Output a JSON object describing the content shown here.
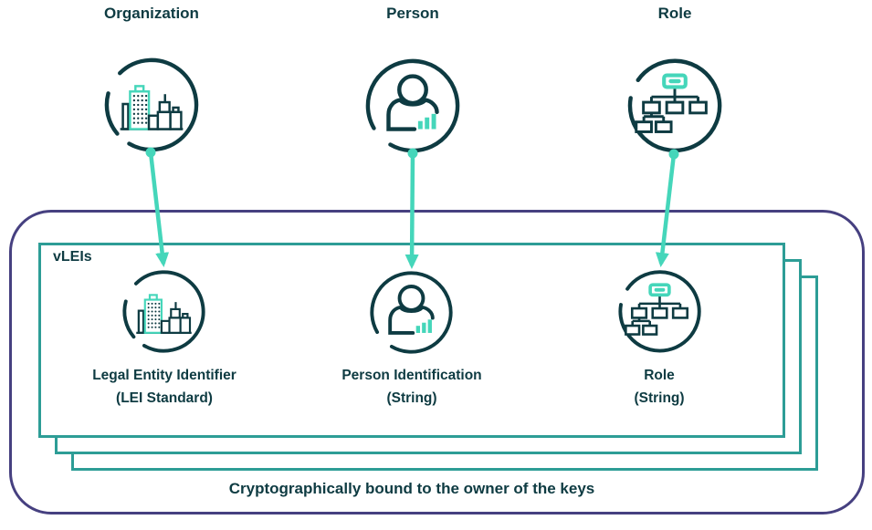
{
  "top_row": {
    "items": [
      {
        "label": "Organization",
        "icon": "organization-icon"
      },
      {
        "label": "Person",
        "icon": "person-icon"
      },
      {
        "label": "Role",
        "icon": "role-icon"
      }
    ]
  },
  "vlei_box": {
    "title": "vLEIs",
    "items": [
      {
        "icon": "organization-icon",
        "line1": "Legal Entity Identifier",
        "line2": "(LEI Standard)"
      },
      {
        "icon": "person-icon",
        "line1": "Person Identification",
        "line2": "(String)"
      },
      {
        "icon": "role-icon",
        "line1": "Role",
        "line2": "(String)"
      }
    ]
  },
  "caption": "Cryptographically bound to the owner of the keys",
  "colors": {
    "dark_teal": "#0e3b42",
    "mint": "#45d6ba",
    "teal": "#2d9d96",
    "purple": "#464080"
  }
}
